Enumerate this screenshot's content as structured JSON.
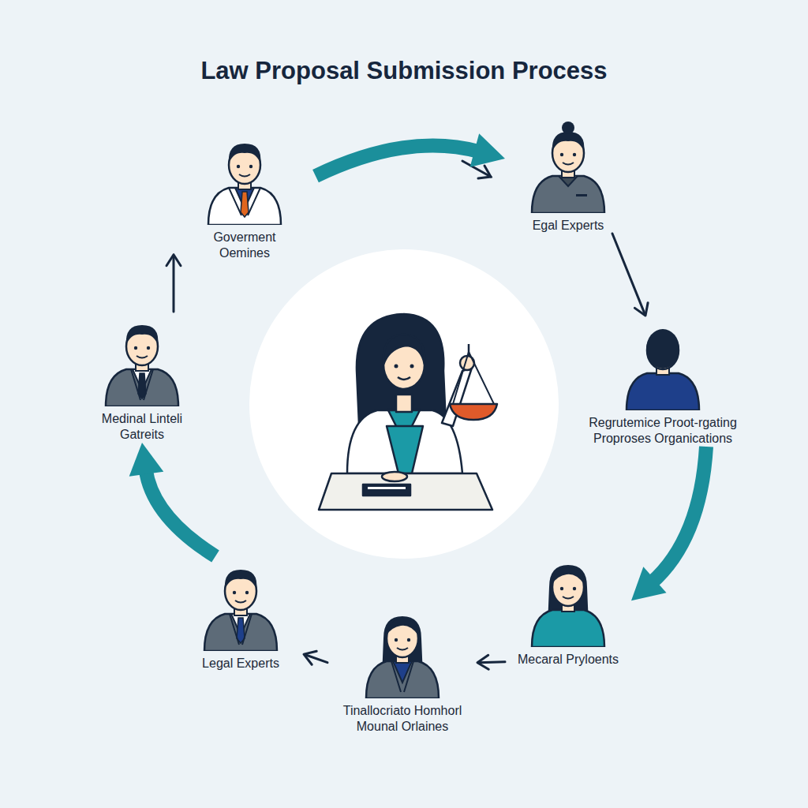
{
  "diagram": {
    "title": "Law Proposal Submission Process",
    "nodes": [
      {
        "text": [
          "Goverment Oemines"
        ]
      },
      {
        "text": [
          "Egal Experts"
        ]
      },
      {
        "text": [
          "Regrutemice Proot-rgating Proproses Organications"
        ]
      },
      {
        "text": [
          "Mecaral Pryloents"
        ]
      },
      {
        "text": [
          "Tinallocriato Homhorl Mounal Orlaines"
        ]
      },
      {
        "text": [
          "Legal Experts"
        ]
      },
      {
        "text": [
          "Medinal Linteli Gatreits"
        ]
      }
    ],
    "edges": [
      {
        "from": 0,
        "to": 1,
        "arrow": "to"
      },
      {
        "from": 1,
        "to": 2,
        "arrow": "to"
      },
      {
        "from": 2,
        "to": 3,
        "arrow": "to"
      },
      {
        "from": 3,
        "to": 4,
        "arrow": "to"
      },
      {
        "from": 4,
        "to": 5,
        "arrow": "to"
      },
      {
        "from": 5,
        "to": 6,
        "arrow": "to"
      },
      {
        "from": 6,
        "to": 0,
        "arrow": "to"
      }
    ]
  }
}
